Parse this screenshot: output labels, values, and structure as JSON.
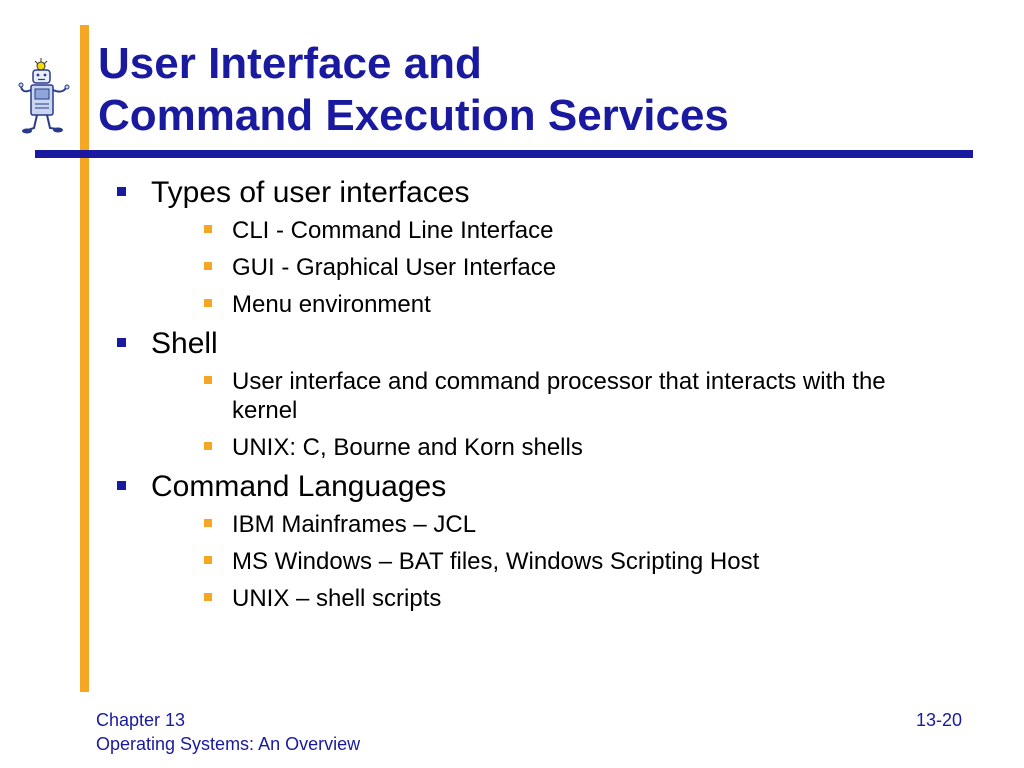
{
  "slide": {
    "title_lines": [
      "User Interface and",
      "Command Execution Services"
    ],
    "logo_icon": "robot-mascot-icon",
    "bullets": [
      {
        "text": "Types of user interfaces",
        "sub": [
          "CLI - Command Line Interface",
          "GUI - Graphical User Interface",
          "Menu environment"
        ]
      },
      {
        "text": "Shell",
        "sub": [
          "User interface and command processor that interacts with the kernel",
          "UNIX:  C, Bourne and Korn shells"
        ]
      },
      {
        "text": "Command Languages",
        "sub": [
          "IBM Mainframes – JCL",
          "MS Windows – BAT files, Windows Scripting Host",
          "UNIX – shell scripts"
        ]
      }
    ]
  },
  "footer": {
    "chapter": "Chapter 13",
    "book": "Operating Systems: An Overview",
    "page": "13-20"
  },
  "colors": {
    "title": "#1A1AA0",
    "accent_bar": "#F5A623",
    "level1_bullet": "#1A1AA0",
    "level2_bullet": "#F5A623"
  }
}
